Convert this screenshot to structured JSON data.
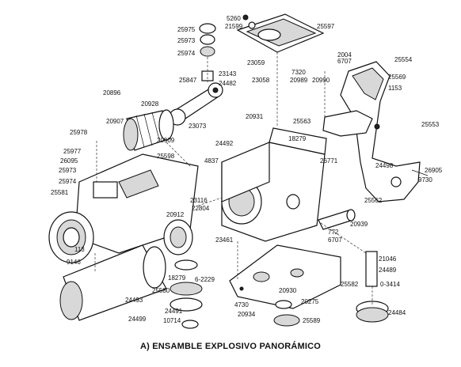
{
  "caption": "A) ENSAMBLE EXPLOSIVO PANORÁMICO",
  "parts": [
    "5260",
    "21599",
    "25597",
    "25975",
    "25973",
    "25974",
    "2004",
    "6707",
    "25554",
    "23143",
    "25847",
    "24482",
    "23059",
    "7320",
    "25569",
    "1153",
    "20896",
    "20928",
    "23058",
    "20989",
    "20990",
    "20907",
    "20909",
    "23073",
    "20931",
    "25563",
    "25553",
    "25978",
    "24492",
    "18279",
    "25977",
    "25598",
    "4837",
    "26771",
    "24498",
    "26905",
    "26095",
    "9730",
    "25973",
    "25974",
    "25562",
    "25581",
    "23116",
    "22804",
    "20912",
    "20939",
    "772",
    "6707",
    "113",
    "23461",
    "21046",
    "9146",
    "24489",
    "18279",
    "6-2229",
    "25580",
    "25582",
    "0-3414",
    "20930",
    "24493",
    "4730",
    "20275",
    "24491",
    "20934",
    "24484",
    "24499",
    "10714",
    "25589"
  ]
}
